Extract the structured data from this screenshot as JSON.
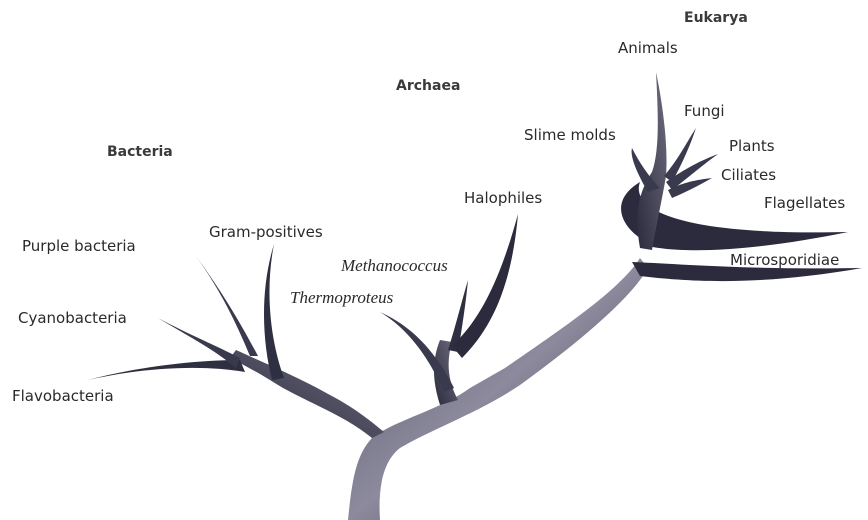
{
  "diagram": {
    "domains": {
      "bacteria": "Bacteria",
      "archaea": "Archaea",
      "eukarya": "Eukarya"
    },
    "taxa": {
      "purple_bacteria": "Purple bacteria",
      "gram_positives": "Gram-positives",
      "cyanobacteria": "Cyanobacteria",
      "flavobacteria": "Flavobacteria",
      "halophiles": "Halophiles",
      "methanococcus": "Methanococcus",
      "thermoproteus": "Thermoproteus",
      "slime_molds": "Slime molds",
      "animals": "Animals",
      "fungi": "Fungi",
      "plants": "Plants",
      "ciliates": "Ciliates",
      "flagellates": "Flagellates",
      "microsporidiae": "Microsporidiae"
    },
    "colors": {
      "branch_dark": "#2b2b3d",
      "branch_light": "#9a98a8"
    }
  }
}
